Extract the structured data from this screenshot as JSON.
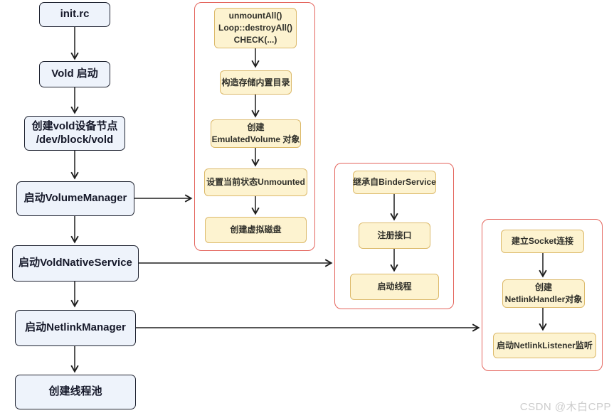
{
  "diagram": {
    "left_flow": [
      {
        "lines": [
          "init.rc"
        ]
      },
      {
        "lines": [
          "Vold 启动"
        ]
      },
      {
        "lines": [
          "创建vold设备节点",
          "/dev/block/vold"
        ]
      },
      {
        "lines": [
          "启动VolumeManager"
        ]
      },
      {
        "lines": [
          "启动VoldNativeService"
        ]
      },
      {
        "lines": [
          "启动NetlinkManager"
        ]
      },
      {
        "lines": [
          "创建线程池"
        ]
      }
    ],
    "volume_manager_group": [
      {
        "lines": [
          "unmountAll()",
          "Loop::destroyAll()",
          "CHECK(...)"
        ]
      },
      {
        "lines": [
          "构造存储内置目录"
        ]
      },
      {
        "lines": [
          "创建",
          "EmulatedVolume 对象"
        ]
      },
      {
        "lines": [
          "设置当前状态Unmounted"
        ]
      },
      {
        "lines": [
          "创建虚拟磁盘"
        ]
      }
    ],
    "vold_native_service_group": [
      {
        "lines": [
          "继承自BinderService"
        ]
      },
      {
        "lines": [
          "注册接口"
        ]
      },
      {
        "lines": [
          "启动线程"
        ]
      }
    ],
    "netlink_manager_group": [
      {
        "lines": [
          "建立Socket连接"
        ]
      },
      {
        "lines": [
          "创建",
          "NetlinkHandler对象"
        ]
      },
      {
        "lines": [
          "启动NetlinkListener监听"
        ]
      }
    ]
  },
  "watermark": "CSDN @木白CPP",
  "colors": {
    "primary_node_fill": "#eef3fb",
    "primary_node_border": "#1e2230",
    "detail_node_fill": "#fdf3d0",
    "detail_node_border": "#dcb96a",
    "group_border": "#e4645c",
    "arrow": "#1e1e1e"
  }
}
